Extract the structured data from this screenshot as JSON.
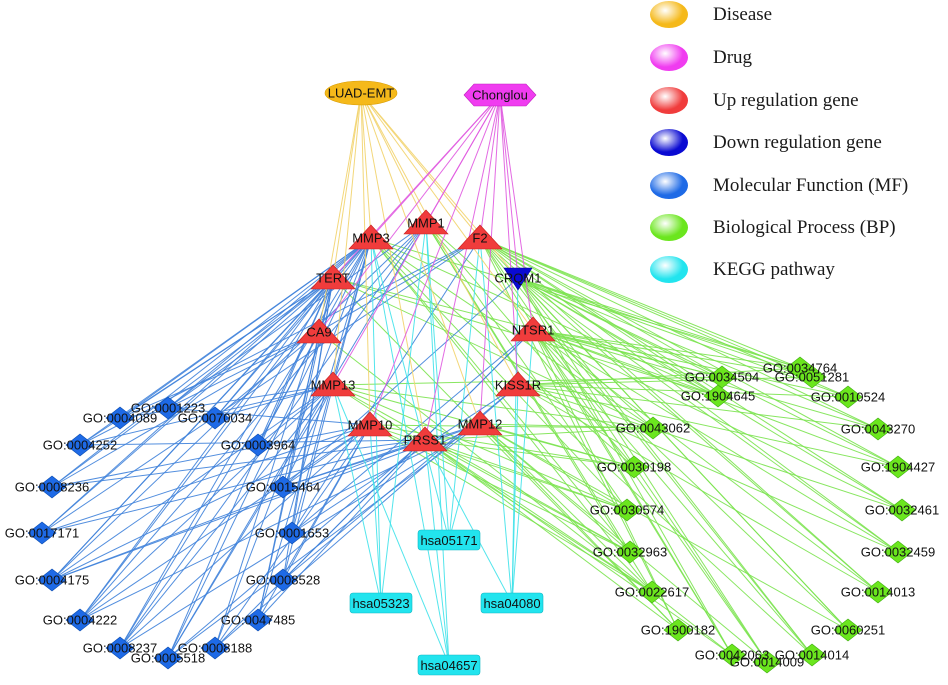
{
  "legend": [
    {
      "label": "Disease",
      "color": "#F5B91A"
    },
    {
      "label": "Drug",
      "color": "#F03CF0"
    },
    {
      "label": "Up regulation gene",
      "color": "#F03C3C"
    },
    {
      "label": "Down regulation gene",
      "color": "#0A0AD2"
    },
    {
      "label": "Molecular Function (MF)",
      "color": "#1E6AE6"
    },
    {
      "label": "Biological Process (BP)",
      "color": "#6BE61E"
    },
    {
      "label": "KEGG pathway",
      "color": "#22E4EE"
    }
  ],
  "edge_colors": {
    "disease": "#F2D36B",
    "drug": "#E05AE0",
    "mf": "#3F82DA",
    "bp": "#7BE34F",
    "kegg": "#40E2EA"
  },
  "disease": {
    "label": "LUAD-EMT",
    "genes": [
      0,
      1,
      2,
      3,
      4,
      5,
      6,
      7,
      8,
      9,
      10,
      11
    ]
  },
  "drug": {
    "label": "Chonglou",
    "genes": [
      0,
      1,
      2,
      3,
      4,
      5,
      6,
      7,
      8,
      9,
      10,
      11
    ]
  },
  "genes": [
    {
      "label": "MMP3",
      "up": true
    },
    {
      "label": "MMP1",
      "up": true
    },
    {
      "label": "F2",
      "up": true
    },
    {
      "label": "TERT",
      "up": true
    },
    {
      "label": "CRQM1",
      "up": false
    },
    {
      "label": "CA9",
      "up": true
    },
    {
      "label": "NTSR1",
      "up": true
    },
    {
      "label": "MMP13",
      "up": true
    },
    {
      "label": "KISS1R",
      "up": true
    },
    {
      "label": "MMP10",
      "up": true
    },
    {
      "label": "MMP12",
      "up": true
    },
    {
      "label": "PRSS1",
      "up": true
    }
  ],
  "molecular_function": [
    {
      "label": "GO:0001223",
      "genes": [
        3,
        0,
        5,
        1,
        9
      ]
    },
    {
      "label": "GO:0004089",
      "genes": [
        5,
        3,
        0,
        7
      ]
    },
    {
      "label": "GO:0070034",
      "genes": [
        3,
        0,
        7,
        5
      ]
    },
    {
      "label": "GO:0004252",
      "genes": [
        2,
        11,
        3,
        0,
        7
      ]
    },
    {
      "label": "GO:0003964",
      "genes": [
        3,
        7,
        0,
        5
      ]
    },
    {
      "label": "GO:0008236",
      "genes": [
        2,
        11,
        3,
        9,
        0
      ]
    },
    {
      "label": "GO:0015464",
      "genes": [
        3,
        7,
        9,
        11,
        10,
        4
      ]
    },
    {
      "label": "GO:0017171",
      "genes": [
        2,
        11,
        3,
        9,
        0
      ]
    },
    {
      "label": "GO:0001653",
      "genes": [
        6,
        8,
        3,
        0,
        2
      ]
    },
    {
      "label": "GO:0004175",
      "genes": [
        0,
        1,
        7,
        9,
        10,
        11,
        3
      ]
    },
    {
      "label": "GO:0008528",
      "genes": [
        6,
        8,
        3,
        0,
        9
      ]
    },
    {
      "label": "GO:0004222",
      "genes": [
        0,
        1,
        7,
        9,
        10,
        3
      ]
    },
    {
      "label": "GO:0047485",
      "genes": [
        3,
        0,
        9,
        11,
        5
      ]
    },
    {
      "label": "GO:0008237",
      "genes": [
        0,
        1,
        7,
        9,
        10,
        3
      ]
    },
    {
      "label": "GO:0008188",
      "genes": [
        6,
        8,
        3,
        0,
        9
      ]
    },
    {
      "label": "GO:0005518",
      "genes": [
        1,
        7,
        10,
        11,
        3,
        0
      ]
    }
  ],
  "biological_process": [
    {
      "label": "GO:0034764",
      "genes": [
        2,
        6,
        4,
        8,
        0
      ]
    },
    {
      "label": "GO:0034504",
      "genes": [
        3,
        2,
        6,
        4,
        7
      ]
    },
    {
      "label": "GO:0051281",
      "genes": [
        2,
        6,
        8,
        4
      ]
    },
    {
      "label": "GO:1904645",
      "genes": [
        2,
        6,
        4,
        0,
        3
      ]
    },
    {
      "label": "GO:0010524",
      "genes": [
        2,
        6,
        8,
        4
      ]
    },
    {
      "label": "GO:0043062",
      "genes": [
        0,
        1,
        7,
        9,
        10,
        11,
        3
      ]
    },
    {
      "label": "GO:0043270",
      "genes": [
        2,
        6,
        8,
        4
      ]
    },
    {
      "label": "GO:0030198",
      "genes": [
        0,
        1,
        7,
        9,
        10,
        11
      ]
    },
    {
      "label": "GO:1904427",
      "genes": [
        2,
        6,
        8,
        4
      ]
    },
    {
      "label": "GO:0030574",
      "genes": [
        0,
        1,
        7,
        9,
        10,
        11
      ]
    },
    {
      "label": "GO:0032461",
      "genes": [
        2,
        6,
        8,
        4
      ]
    },
    {
      "label": "GO:0032963",
      "genes": [
        0,
        1,
        7,
        9,
        10,
        11
      ]
    },
    {
      "label": "GO:0032459",
      "genes": [
        2,
        6,
        8,
        4
      ]
    },
    {
      "label": "GO:0022617",
      "genes": [
        0,
        1,
        7,
        9,
        10,
        11
      ]
    },
    {
      "label": "GO:0014013",
      "genes": [
        2,
        6,
        4,
        8
      ]
    },
    {
      "label": "GO:1900182",
      "genes": [
        3,
        2,
        6,
        11,
        10
      ]
    },
    {
      "label": "GO:0060251",
      "genes": [
        2,
        4,
        6,
        10
      ]
    },
    {
      "label": "GO:0042063",
      "genes": [
        2,
        4,
        6,
        5,
        11
      ]
    },
    {
      "label": "GO:0014009",
      "genes": [
        2,
        4,
        6,
        10
      ]
    },
    {
      "label": "GO:0014014",
      "genes": [
        2,
        4,
        6,
        8
      ]
    }
  ],
  "kegg_pathways": [
    {
      "label": "hsa05171",
      "genes": [
        1,
        0,
        10,
        2
      ]
    },
    {
      "label": "hsa05323",
      "genes": [
        0,
        1,
        7,
        9
      ]
    },
    {
      "label": "hsa04080",
      "genes": [
        2,
        6,
        8,
        11,
        4
      ]
    },
    {
      "label": "hsa04657",
      "genes": [
        0,
        1,
        7,
        11
      ]
    }
  ]
}
